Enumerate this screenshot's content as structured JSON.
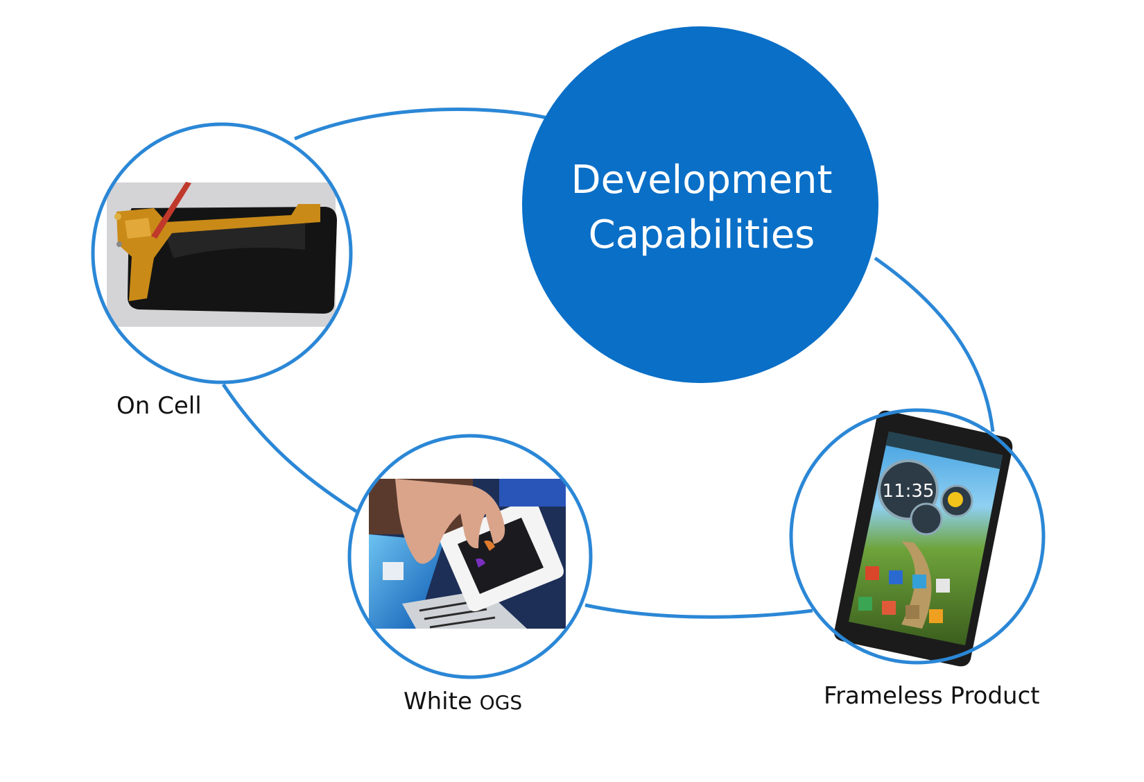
{
  "center": {
    "line1": "Development",
    "line2": "Capabilities",
    "fill_color": "#0a6fc7"
  },
  "nodes": [
    {
      "label": "On Cell",
      "icon": "oncell-photo-icon"
    },
    {
      "label_main": "White ",
      "label_small": "OGS",
      "icon": "laptop-phone-photo-icon"
    },
    {
      "label": "Frameless Product",
      "icon": "smartphone-photo-icon"
    }
  ],
  "phone_screen": {
    "time": "11:35"
  },
  "colors": {
    "connector": "#2b87d6",
    "ring": "#2b87d6"
  }
}
